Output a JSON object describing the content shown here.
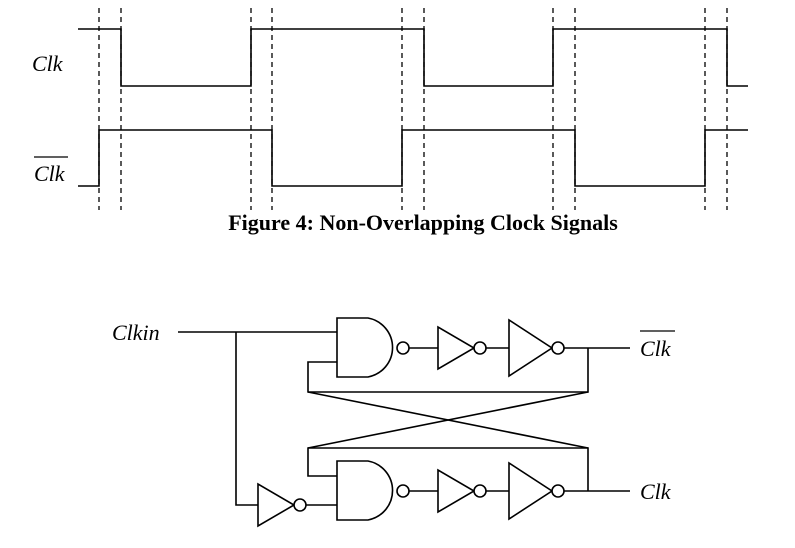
{
  "timing": {
    "clk_label": "Clk",
    "clk_bar_label": "Clk"
  },
  "caption": "Figure 4: Non-Overlapping Clock Signals",
  "circuit": {
    "input_label": "Clkin",
    "output_bar_label": "Clk",
    "output_label": "Clk"
  }
}
